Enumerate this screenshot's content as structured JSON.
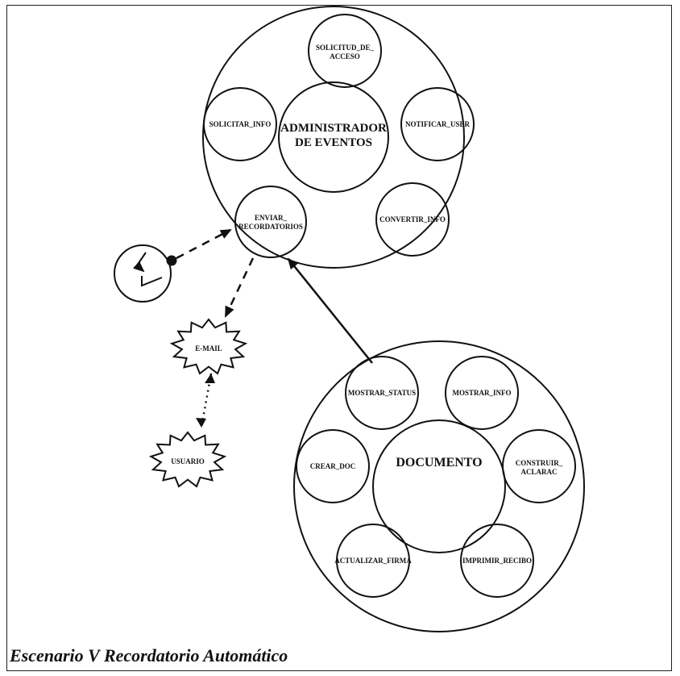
{
  "caption": "Escenario V Recordatorio Automático",
  "admin": {
    "title_line1": "ADMINISTRADOR",
    "title_line2": "DE EVENTOS",
    "solicitud_line1": "SOLICITUD_DE_",
    "solicitud_line2": "ACCESO",
    "solicitar_info": "SOLICITAR_INFO",
    "notificar_user": "NOTIFICAR_USER",
    "enviar_line1": "ENVIAR_",
    "enviar_line2": "RECORDATORIOS",
    "convertir_info": "CONVERTIR_INFO"
  },
  "documento": {
    "title": "DOCUMENTO",
    "mostrar_status": "MOSTRAR_STATUS",
    "mostrar_info": "MOSTRAR_INFO",
    "crear_doc": "CREAR_DOC",
    "construir_line1": "CONSTRUIR_",
    "construir_line2": "ACLARAC",
    "actualizar_firma": "ACTUALIZAR_FIRMA",
    "imprimir_recibo": "IMPRIMIR_RECIBO"
  },
  "actors": {
    "email": "E-MAIL",
    "usuario": "USUARIO"
  }
}
